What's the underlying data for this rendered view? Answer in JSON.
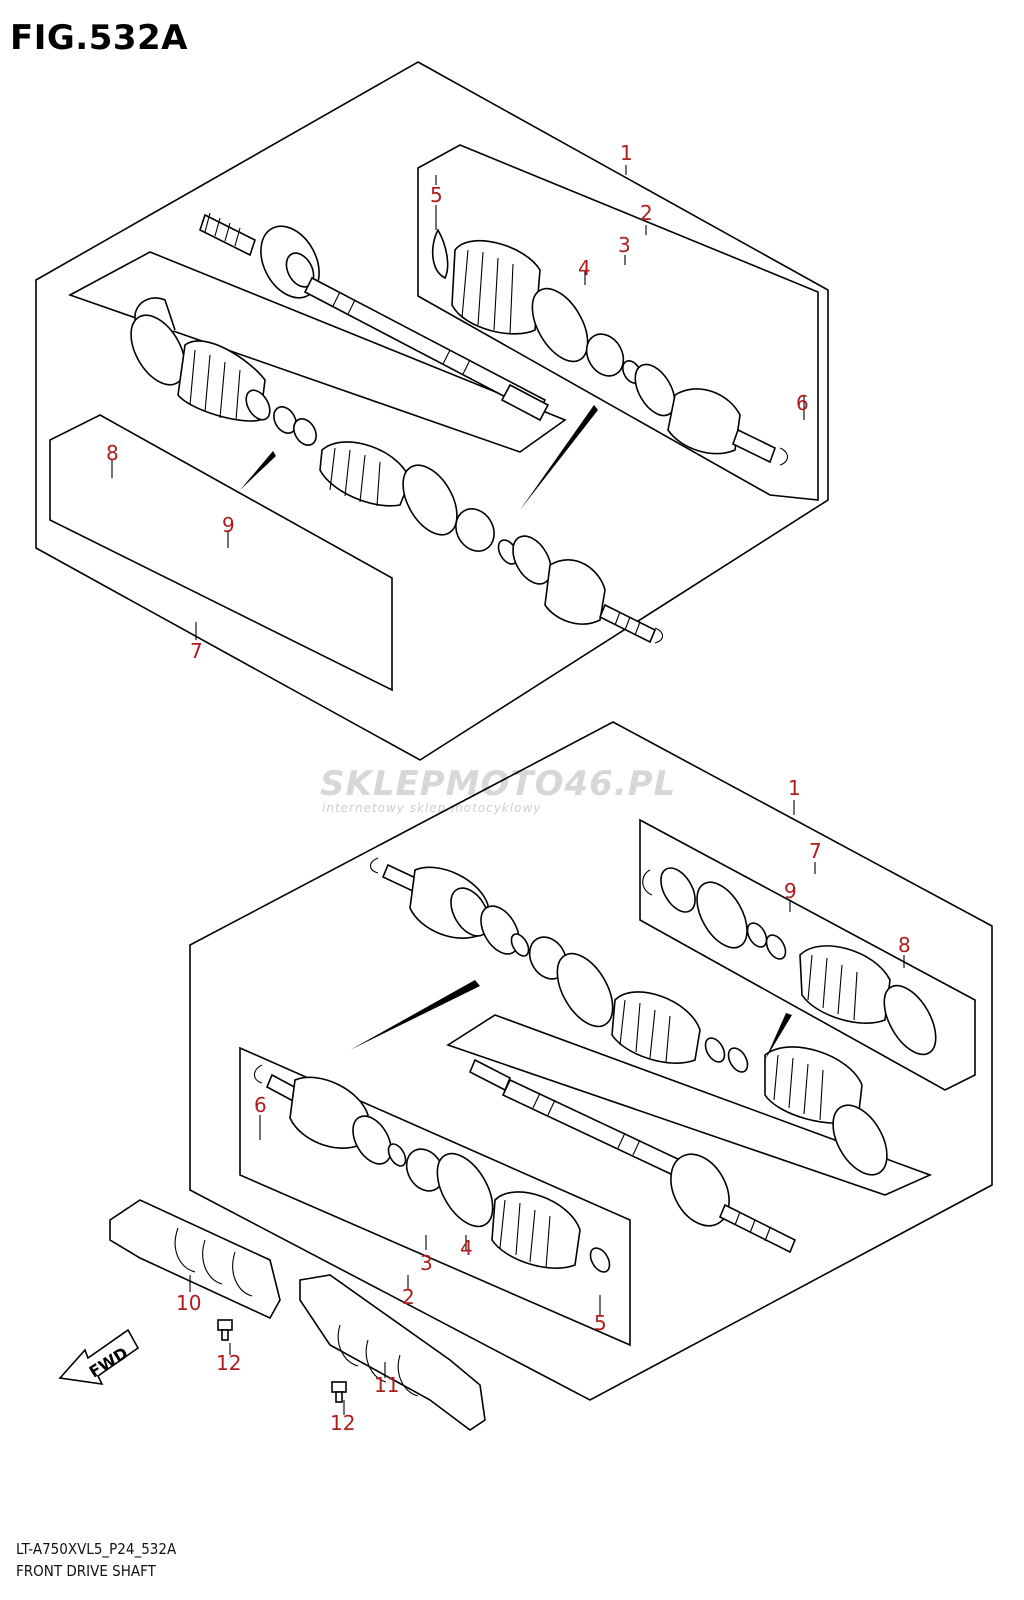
{
  "figure": {
    "title": "FIG.532A",
    "code": "LT-A750XVL5_P24_532A",
    "name": "FRONT DRIVE SHAFT"
  },
  "watermark": {
    "brand": "SKLEPMOTO46.PL",
    "tagline": "internetowy sklep motocyklowy"
  },
  "direction_badge": "FWD",
  "callouts_upper": [
    "1",
    "2",
    "3",
    "4",
    "5",
    "6",
    "7",
    "8",
    "9"
  ],
  "callouts_lower": [
    "1",
    "7",
    "9",
    "8",
    "6",
    "3",
    "4",
    "2",
    "5",
    "10",
    "12",
    "11",
    "12"
  ],
  "colors": {
    "callout": "#b01c1c",
    "line": "#000000",
    "watermark": "#d7d7d7"
  }
}
